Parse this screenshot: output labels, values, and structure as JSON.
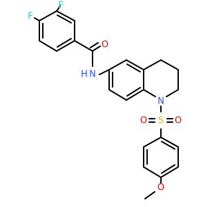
{
  "molecule": {
    "atoms": [
      {
        "id": "F1",
        "label": "F",
        "color": "#33cccc",
        "x": 1,
        "y": 0
      },
      {
        "id": "F2",
        "label": "F",
        "color": "#33cccc",
        "x": 4,
        "y": 1
      },
      {
        "id": "O1",
        "label": "O",
        "color": "#ff0000",
        "x": 3,
        "y": 3
      },
      {
        "id": "N1",
        "label": "N",
        "color": "#3050f8",
        "x": 5,
        "y": 2
      },
      {
        "id": "H1",
        "label": "H",
        "color": "#3050f8",
        "x": 6,
        "y": 2
      },
      {
        "id": "N2",
        "label": "N",
        "color": "#3050f8",
        "x": 4,
        "y": 4
      },
      {
        "id": "S1",
        "label": "S",
        "color": "#cccc00",
        "x": 5,
        "y": 5
      },
      {
        "id": "O2",
        "label": "O",
        "color": "#ff0000",
        "x": 2,
        "y": 5
      },
      {
        "id": "O3",
        "label": "O",
        "color": "#ff0000",
        "x": 1,
        "y": 6
      },
      {
        "id": "O4",
        "label": "O",
        "color": "#ff0000",
        "x": 0,
        "y": 6
      }
    ]
  }
}
